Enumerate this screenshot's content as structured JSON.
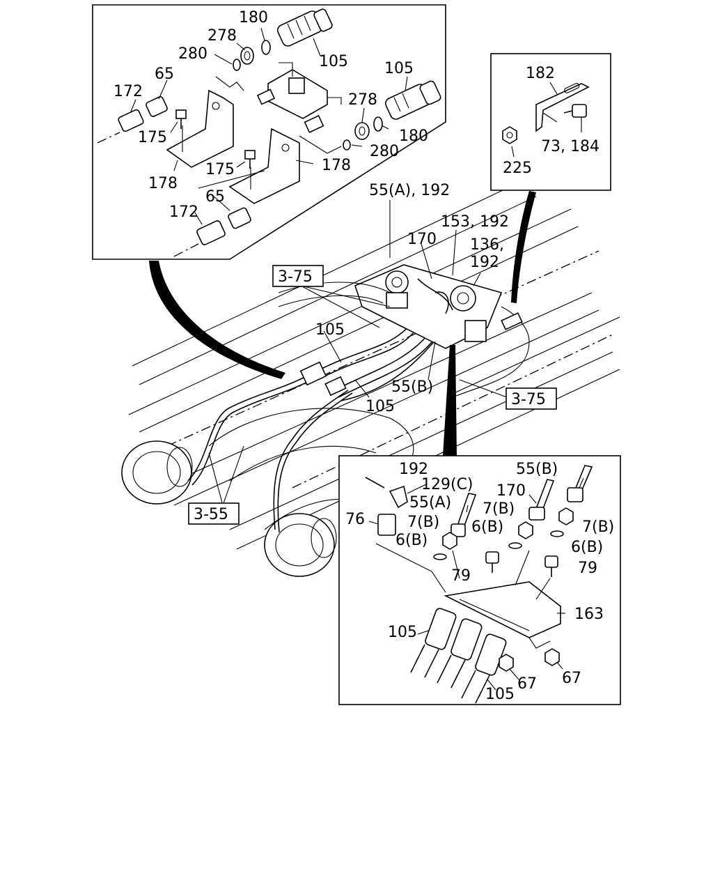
{
  "diagram": {
    "labels": {
      "tl_180": "180",
      "tl_278a": "278",
      "tl_280a": "280",
      "tl_105a": "105",
      "tl_65a": "65",
      "tl_172a": "172",
      "tl_175a": "175",
      "tl_178a": "178",
      "tl_105b": "105",
      "tl_278b": "278",
      "tl_180b": "180",
      "tl_280b": "280",
      "tl_175b": "175",
      "tl_178b": "178",
      "tl_65b": "65",
      "tl_172b": "172",
      "tr_182": "182",
      "tr_73_184": "73, 184",
      "tr_225": "225",
      "m_55a_192": "55(A), 192",
      "m_153_192": "153, 192",
      "m_170": "170",
      "m_136": "136,",
      "m_192": "192",
      "m_ref_3_75a": "3-75",
      "m_105a": "105",
      "m_55b": "55(B)",
      "m_105b": "105",
      "m_ref_3_75b": "3-75",
      "m_ref_3_55": "3-55",
      "br_192": "192",
      "br_129c": "129(C)",
      "br_55a": "55(A)",
      "br_76": "76",
      "br_7b_a": "7(B)",
      "br_6b_a": "6(B)",
      "br_170": "170",
      "br_55b": "55(B)",
      "br_7b_b": "7(B)",
      "br_6b_b": "6(B)",
      "br_7b_c": "7(B)",
      "br_6b_c": "6(B)",
      "br_79a": "79",
      "br_79b": "79",
      "br_163": "163",
      "br_105a": "105",
      "br_105b": "105",
      "br_67a": "67",
      "br_67b": "67"
    }
  }
}
